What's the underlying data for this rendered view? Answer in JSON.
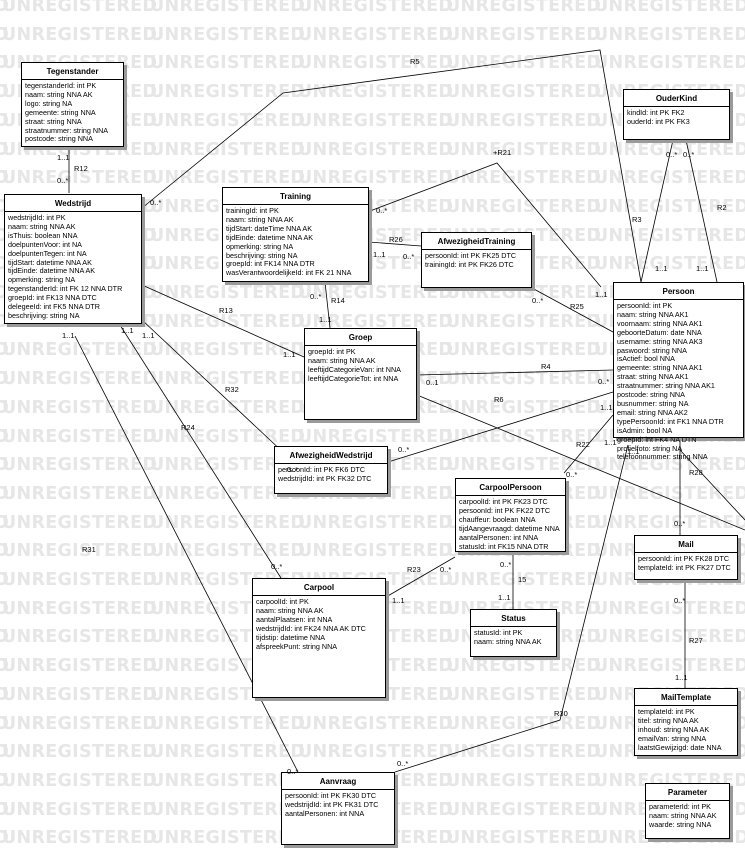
{
  "watermark": "UNREGISTERED",
  "classes": [
    {
      "id": "tegenstander",
      "title": "Tegenstander",
      "attrs": [
        "tegenstanderId: int PK",
        "naam: string NNA AK",
        "logo: string NA",
        "gemeente: string NNA",
        "straat: string NNA",
        "straatnummer: string NNA",
        "postcode: string NNA"
      ]
    },
    {
      "id": "wedstrijd",
      "title": "Wedstrijd",
      "attrs": [
        "wedstrijdId: int PK",
        "naam: string NNA AK",
        "isThuis: boolean NNA",
        "doelpuntenVoor: int NA",
        "doelpuntenTegen: int NA",
        "tijdStart: datetime NNA AK",
        "tijdEinde: datetime NNA AK",
        "opmerking: string NA",
        "tegenstanderId: int FK 12 NNA DTR",
        "groepId: int FK13 NNA DTC",
        "delegeeId: int FK5 NNA DTR",
        "beschrijving: string NA"
      ]
    },
    {
      "id": "training",
      "title": "Training",
      "attrs": [
        "trainingId: int PK",
        "naam: string NNA AK",
        "tijdStart: dateTime NNA AK",
        "tijdEinde: datetime NNA AK",
        "opmerking: string NA",
        "beschrijving: string NA",
        "groepId: int FK14 NNA DTR",
        "wasVerantwoordelijkeId: int FK 21 NNA"
      ]
    },
    {
      "id": "afwezigheidtraining",
      "title": "AfwezigheidTraining",
      "attrs": [
        "persoonId: int PK FK25 DTC",
        "trainingId: int PK FK26 DTC"
      ]
    },
    {
      "id": "ouderkind",
      "title": "OuderKind",
      "attrs": [
        "kindId: int PK FK2",
        "ouderId: int PK FK3"
      ]
    },
    {
      "id": "groep",
      "title": "Groep",
      "attrs": [
        "groepId: int PK",
        "naam: string NNA AK",
        "leeftijdCategorieVan: int NNA",
        "leeftijdCategorieTot: int NNA"
      ]
    },
    {
      "id": "persoon",
      "title": "Persoon",
      "attrs": [
        "persoonId: int PK",
        "naam: string NNA AK1",
        "voornaam: string NNA AK1",
        "geboorteDatum: date NNA",
        "username: string NNA AK3",
        "paswoord: string NNA",
        "isActief: bool NNA",
        "gemeente: string NNA AK1",
        "straat: string NNA AK1",
        "straatnummer: string NNA AK1",
        "postcode: string NNA",
        "busnummer: string NA",
        "email: string NNA AK2",
        "typePersoonId: int FK1 NNA DTR",
        "isAdmin: bool NA",
        "groepId: int FK4 NA DTN",
        "profielfoto: string NA",
        "telefoonnummer: string NNA"
      ]
    },
    {
      "id": "afwezigheidwedstrijd",
      "title": "AfwezigheidWedstrijd",
      "attrs": [
        "persoonId: int PK FK6 DTC",
        "wedstrijdId: int PK FK32 DTC"
      ]
    },
    {
      "id": "carpoolpersoon",
      "title": "CarpoolPersoon",
      "attrs": [
        "carpoolId: int PK FK23 DTC",
        "persoonId: int PK FK22 DTC",
        "chauffeur: boolean NNA",
        "tijdAangevraagd: datetime NNA",
        "aantalPersonen: int NNA",
        "statusId: int FK15 NNA DTR"
      ]
    },
    {
      "id": "mail",
      "title": "Mail",
      "attrs": [
        "persoonId: int PK FK28 DTC",
        "templateId: int PK FK27 DTC"
      ]
    },
    {
      "id": "carpool",
      "title": "Carpool",
      "attrs": [
        "carpoolId: int PK",
        "naam: string NNA AK",
        "aantalPlaatsen: int NNA",
        "wedstrijdId: int FK24 NNA AK DTC",
        "tijdstip: datetime NNA",
        "afspreekPunt: string NNA"
      ]
    },
    {
      "id": "status",
      "title": "Status",
      "attrs": [
        "statusId: int PK",
        "naam: string NNA AK"
      ]
    },
    {
      "id": "mailtemplate",
      "title": "MailTemplate",
      "attrs": [
        "templateId: int PK",
        "titel: string NNA AK",
        "inhoud: string NNA AK",
        "emailVan: string NNA",
        "laatstGewijzigd: date NNA"
      ]
    },
    {
      "id": "aanvraag",
      "title": "Aanvraag",
      "attrs": [
        "persoonId: int PK FK30 DTC",
        "wedstrijdId: int PK FK31 DTC",
        "aantalPersonen: int NNA"
      ]
    },
    {
      "id": "parameter",
      "title": "Parameter",
      "attrs": [
        "parameterId: int PK",
        "naam: string NNA AK",
        "waarde: string NNA"
      ]
    }
  ],
  "labels": [
    "R5",
    "R12",
    "1..1",
    "0..*",
    "0..*",
    "+R21",
    "R3",
    "R2",
    "0..*",
    "0..*",
    "1..1",
    "1..1",
    "0..*",
    "R26",
    "1..1",
    "0..*",
    "0..*",
    "R14",
    "1..1",
    "R25",
    "1..1",
    "0..*",
    "R13",
    "1..1",
    "0..1",
    "R4",
    "0..*",
    "1..1",
    "1..1",
    "R32",
    "1..1",
    "R6",
    "0..*",
    "R22",
    "0..*",
    "1..1",
    "0..*",
    "R24",
    "1..1",
    "1..1",
    "R28",
    "0..*",
    "0..*",
    "R31",
    "0..*",
    "R23",
    "0..*",
    "1..1",
    "15",
    "1..1",
    "0..*",
    "R27",
    "1..1",
    "R30",
    "0..*",
    "0..*"
  ]
}
